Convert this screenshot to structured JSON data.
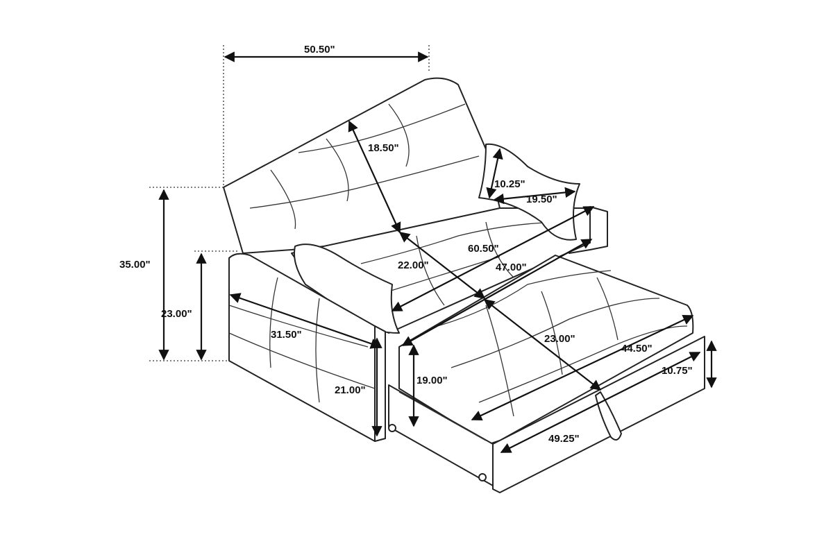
{
  "dimensions": {
    "overall_width_back": "50.50\"",
    "back_height": "18.50\"",
    "pillow_height": "10.25\"",
    "pillow_width": "19.50\"",
    "overall_height": "35.00\"",
    "arm_height": "23.00\"",
    "seat_width_outer": "60.50\"",
    "seat_depth": "22.00\"",
    "seat_width_inner": "47.00\"",
    "arm_depth": "31.50\"",
    "bed_extension": "23.00\"",
    "bed_width": "44.50\"",
    "seat_height": "19.00\"",
    "arm_front_height": "21.00\"",
    "drawer_height": "10.75\"",
    "drawer_width": "49.25\""
  }
}
